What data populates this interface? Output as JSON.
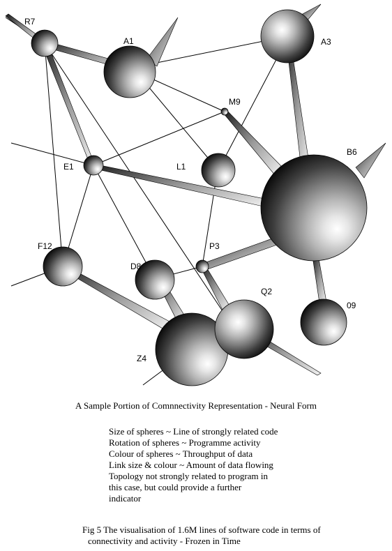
{
  "diagram": {
    "nodes": [
      {
        "id": "R7",
        "label": "R7"
      },
      {
        "id": "A1",
        "label": "A1"
      },
      {
        "id": "A3",
        "label": "A3"
      },
      {
        "id": "M9",
        "label": "M9"
      },
      {
        "id": "E1",
        "label": "E1"
      },
      {
        "id": "L1",
        "label": "L1"
      },
      {
        "id": "B6",
        "label": "B6"
      },
      {
        "id": "F12",
        "label": "F12"
      },
      {
        "id": "P3",
        "label": "P3"
      },
      {
        "id": "D8",
        "label": "D8"
      },
      {
        "id": "Q2",
        "label": "Q2"
      },
      {
        "id": "09",
        "label": "09"
      },
      {
        "id": "Z4",
        "label": "Z4"
      }
    ]
  },
  "caption": "A Sample Portion of Comnnectivity Representation - Neural Form",
  "legend": [
    "Size of spheres ~ Line of strongly related code",
    "Rotation of spheres ~ Programme activity",
    "Colour of spheres ~ Throughput of data",
    "Link size & colour ~ Amount of data flowing",
    "Topology not strongly related to program in",
    "this case, but could provide a further",
    "indicator"
  ],
  "figure_caption": {
    "line1": "Fig 5 The visualisation of 1.6M lines of software code in terms of",
    "line2": "connectivity and activity - Frozen in Time"
  }
}
